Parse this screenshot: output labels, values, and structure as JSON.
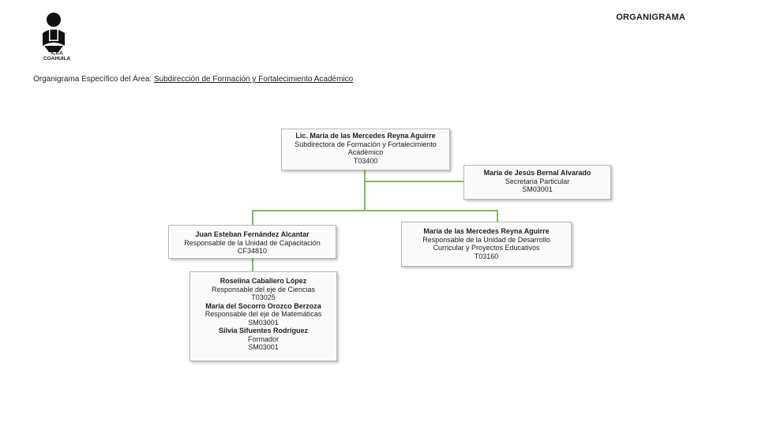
{
  "header": {
    "title": "ORGANIGRAMA",
    "logo_text_line1": "ICEA",
    "logo_text_line2": "COAHUILA"
  },
  "subtitle": {
    "prefix": "Organigrama Específico del Área: ",
    "area": "Subdirección de Formación y Fortalecimiento Académico"
  },
  "colors": {
    "connector": "#8ab55a",
    "box_border": "#b5b5b5",
    "box_bg": "#fafafa"
  },
  "org": {
    "director": {
      "name": "Lic. María de las Mercedes Reyna Aguirre",
      "role_line1": "Subdirectora de Formación y Fortalecimiento",
      "role_line2": "Académico",
      "code": "T03400"
    },
    "secretary": {
      "name": "María de Jesús Bernal Alvarado",
      "role": "Secretaria Particular",
      "code": "SM03001"
    },
    "training": {
      "name": "Juan Esteban Fernández Alcantar",
      "role": "Responsable de la Unidad de Capacitación",
      "code": "CF34810"
    },
    "curriculum": {
      "name": "María de las Mercedes Reyna Aguirre",
      "role_line1": "Responsable de la Unidad de Desarrollo",
      "role_line2": "Curricular y Proyectos Educativos",
      "code": "T03160"
    },
    "staff": [
      {
        "name": "Roselina Caballero López",
        "role": "Responsable del eje de Ciencias",
        "code": "T03025"
      },
      {
        "name": "María del Socorro Orozco Berzoza",
        "role": "Responsable del eje de Matemáticas",
        "code": "SM03001"
      },
      {
        "name": "Silvia Sifuentes Rodríguez",
        "role": "Formador",
        "code": "SM03001"
      }
    ]
  }
}
